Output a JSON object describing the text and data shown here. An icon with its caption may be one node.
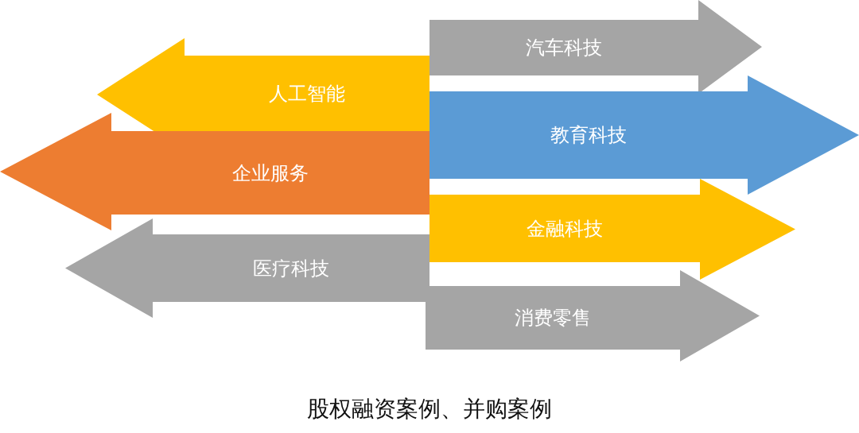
{
  "diagram": {
    "caption": "股权融资案例、并购案例",
    "nodes": [
      {
        "text": [
          "人工智能"
        ]
      },
      {
        "text": [
          "企业服务"
        ]
      },
      {
        "text": [
          "医疗科技"
        ]
      },
      {
        "text": [
          "汽车科技"
        ]
      },
      {
        "text": [
          "教育科技"
        ]
      },
      {
        "text": [
          "金融科技"
        ]
      },
      {
        "text": [
          "消费零售"
        ]
      }
    ],
    "edges": []
  }
}
